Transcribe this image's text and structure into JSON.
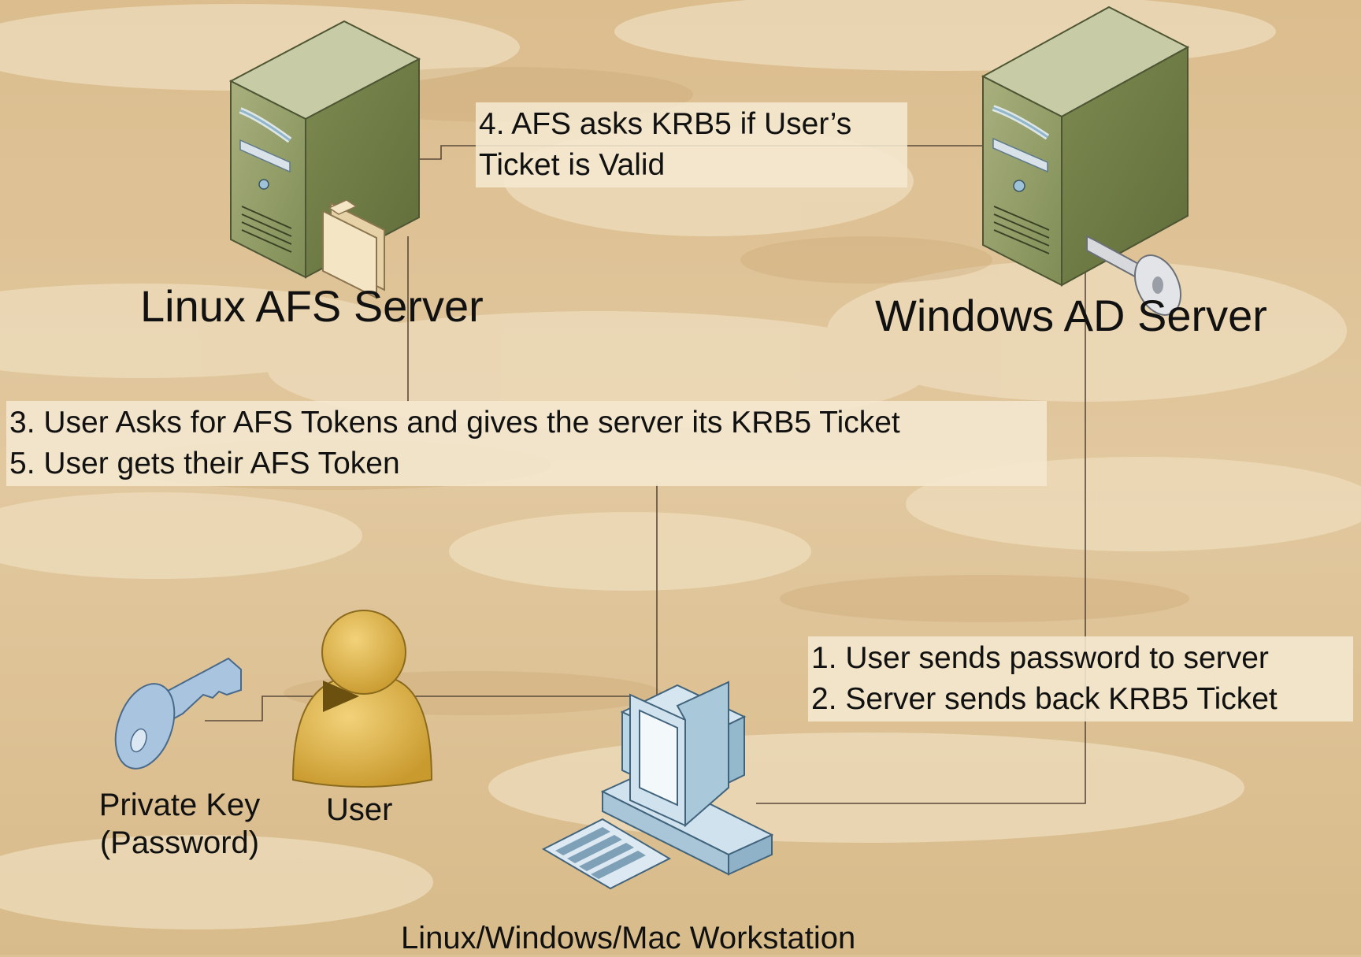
{
  "nodes": {
    "linux_server_label": "Linux AFS Server",
    "windows_server_label": "Windows AD Server",
    "private_key_label_line1": "Private Key",
    "private_key_label_line2": "(Password)",
    "user_label": "User",
    "workstation_label": "Linux/Windows/Mac Workstation"
  },
  "steps": {
    "step4_line1": "4. AFS asks KRB5 if User’s",
    "step4_line2": "Ticket is Valid",
    "step3": "3. User Asks for AFS Tokens and gives the server its KRB5 Ticket",
    "step5": "5. User gets their AFS Token",
    "step1": "1. User sends password to server",
    "step2": "2. Server sends back KRB5 Ticket"
  },
  "colors": {
    "background": "#dcc196",
    "cloud_light": "#eedcbc",
    "server_green": "#8a9862",
    "server_top": "#c7cba6",
    "user_gold": "#d9a93a",
    "workstation_blue": "#b9d6e6",
    "key_blue": "#a9c4de",
    "connector": "#5c4a3a"
  }
}
